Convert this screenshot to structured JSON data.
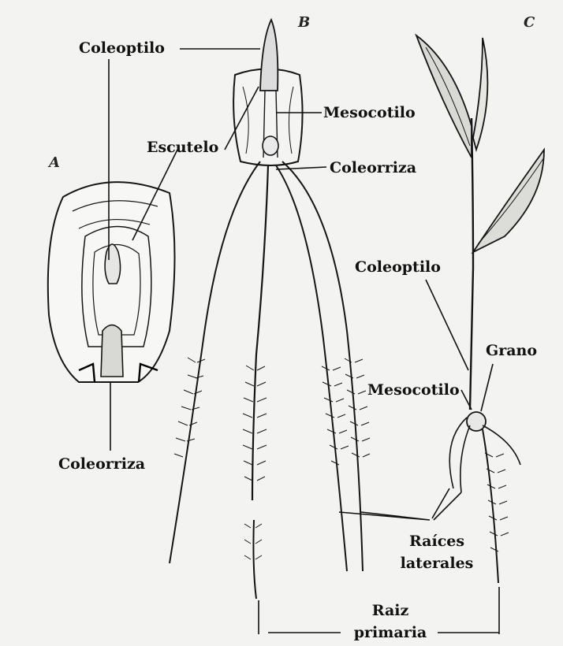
{
  "panels": {
    "a": "A",
    "b": "B",
    "c": "C"
  },
  "labels": {
    "coleoptilo_top": "Coleoptilo",
    "escutelo": "Escutelo",
    "coleorriza_a": "Coleorriza",
    "mesocotilo_b": "Mesocotilo",
    "coleorriza_b": "Coleorriza",
    "coleoptilo_c": "Coleoptilo",
    "grano": "Grano",
    "mesocotilo_c": "Mesocotilo",
    "raices_1": "Raíces",
    "raices_2": "laterales",
    "raiz_1": "Raiz",
    "raiz_2": "primaria"
  }
}
